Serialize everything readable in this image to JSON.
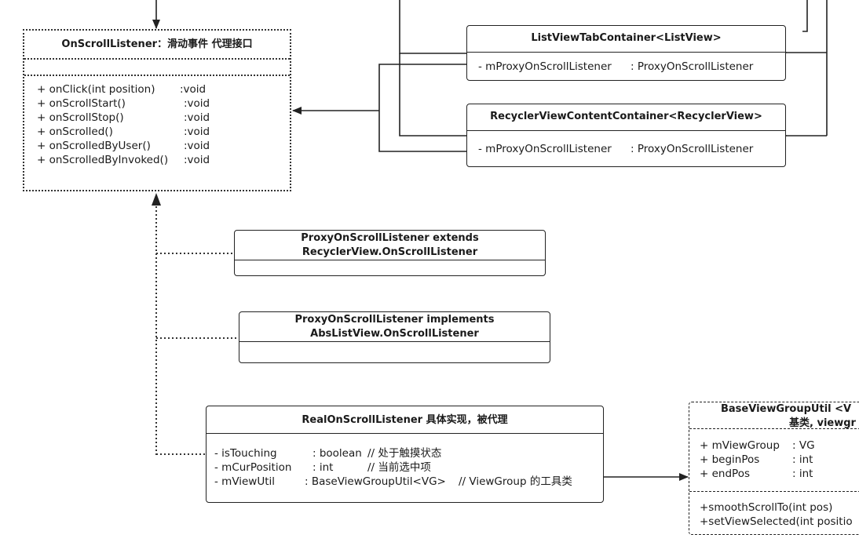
{
  "on_scroll_listener": {
    "title": "OnScrollListener：滑动事件 代理接口",
    "methods": [
      {
        "name": "+ onClick(int position)",
        "ret": ":void"
      },
      {
        "name": "+ onScrollStart()",
        "ret": ":void"
      },
      {
        "name": "+ onScrollStop()",
        "ret": ":void"
      },
      {
        "name": "+ onScrolled()",
        "ret": ":void"
      },
      {
        "name": "+ onScrolledByUser()",
        "ret": ":void"
      },
      {
        "name": "+ onScrolledByInvoked()",
        "ret": ":void"
      }
    ]
  },
  "list_view_tab_container": {
    "title": "ListViewTabContainer<ListView>",
    "field": {
      "name": "-  mProxyOnScrollListener",
      "type": ": ProxyOnScrollListener"
    }
  },
  "recycler_view_content_container": {
    "title": "RecyclerViewContentContainer<RecyclerView>",
    "field": {
      "name": "-  mProxyOnScrollListener",
      "type": ": ProxyOnScrollListener"
    }
  },
  "proxy_recycler": {
    "title_line1": "ProxyOnScrollListener extends",
    "title_line2": "RecyclerView.OnScrollListener"
  },
  "proxy_abslist": {
    "title_line1": "ProxyOnScrollListener implements",
    "title_line2": "AbsListView.OnScrollListener"
  },
  "real_on_scroll_listener": {
    "title": "RealOnScrollListener 具体实现，被代理",
    "fields": [
      {
        "name": "- isTouching",
        "type": ": boolean",
        "comment": "// 处于触摸状态"
      },
      {
        "name": "- mCurPosition",
        "type": ": int",
        "comment": "// 当前选中项"
      },
      {
        "name": "- mViewUtil",
        "type": ": BaseViewGroupUtil<VG>",
        "comment": "// ViewGroup 的工具类"
      }
    ]
  },
  "base_view_group_util": {
    "title_line1": "BaseViewGroupUtil <V",
    "title_line2": "基类, viewgr",
    "fields": [
      {
        "name": "+ mViewGroup",
        "type": ": VG"
      },
      {
        "name": "+ beginPos",
        "type": ": int"
      },
      {
        "name": "+ endPos",
        "type": ":  int"
      }
    ],
    "methods": [
      "+smoothScrollTo(int pos)",
      "+setViewSelected(int positio"
    ]
  }
}
